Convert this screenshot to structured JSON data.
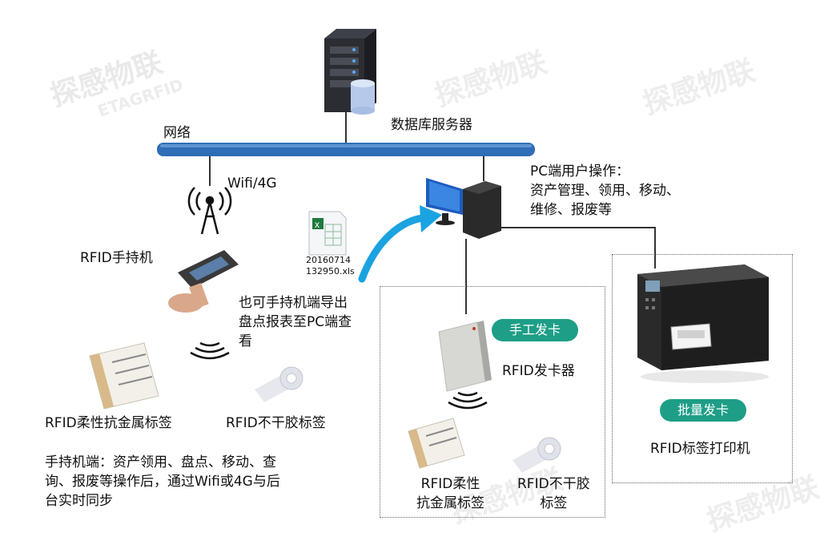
{
  "labels": {
    "network": "网络",
    "db_server": "数据库服务器",
    "wifi": "Wifi/4G",
    "pc_ops": "PC端用户操作：\n资产管理、领用、移动、\n维修、报废等",
    "handheld": "RFID手持机",
    "file_name": "20160714\n132950.xls",
    "export_note": "也可手持机端导出\n盘点报表至PC端查\n看",
    "manual_issue": "手工发卡",
    "card_issuer": "RFID发卡器",
    "batch_issue": "批量发卡",
    "tag_printer": "RFID标签打印机",
    "flex_tag_left": "RFID柔性抗金属标签",
    "nodry_tag_left": "RFID不干胶标签",
    "handheld_desc": "手持机端：资产领用、盘点、移动、查\n询、报废等操作后，通过Wifi或4G与后\n台实时同步",
    "flex_tag_mid": "RFID柔性\n抗金属标签",
    "nodry_tag_mid": "RFID不干胶\n标签",
    "watermark_cn": "探感物联",
    "watermark_en": "ETAGRFID"
  },
  "colors": {
    "network_bar": "#2f6db6",
    "arrow": "#1aa3e0",
    "badge": "#1e9e86",
    "server": "#2b2d33",
    "printer": "#2a2a2a"
  }
}
